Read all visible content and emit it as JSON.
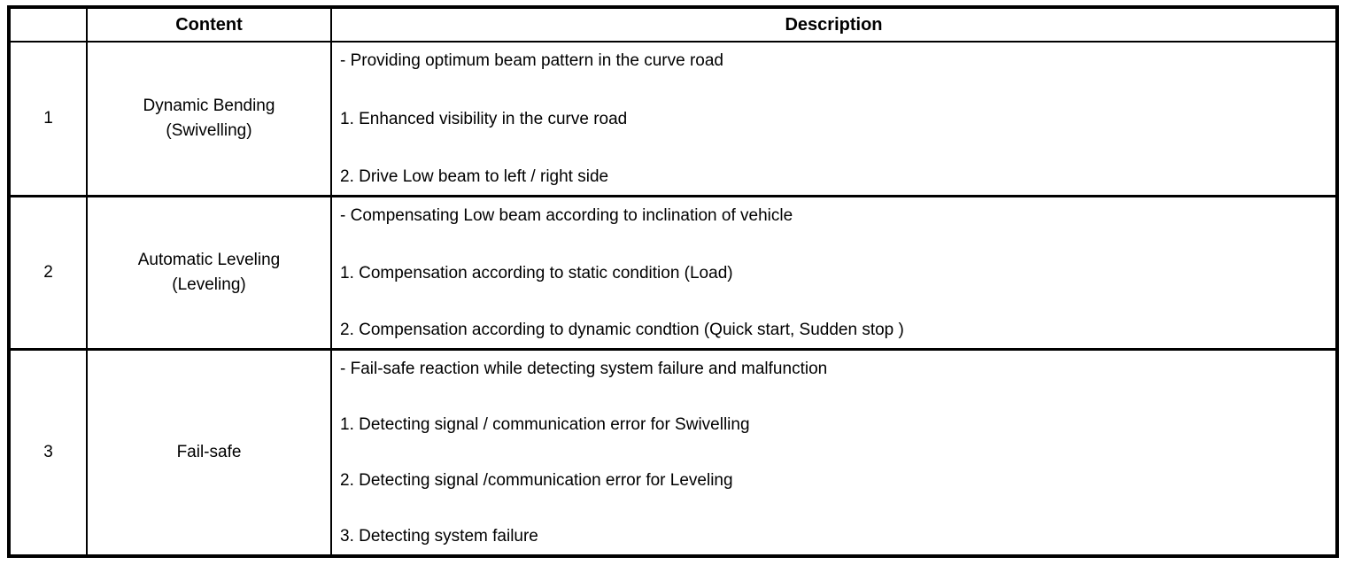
{
  "table": {
    "header": {
      "number_label": "",
      "content_label": "Content",
      "description_label": "Description"
    },
    "rows": [
      {
        "number": "1",
        "content_lines": [
          "Dynamic Bending",
          "(Swivelling)"
        ],
        "desc": [
          "- Providing optimum beam pattern in the curve road",
          "1. Enhanced visibility in the curve road",
          "2. Drive Low beam to left / right side"
        ]
      },
      {
        "number": "2",
        "content_lines": [
          "Automatic Leveling",
          "(Leveling)"
        ],
        "desc": [
          "- Compensating Low beam according to inclination of vehicle",
          "1. Compensation according to static condition (Load)",
          "2. Compensation according to dynamic condtion (Quick start, Sudden stop )"
        ]
      },
      {
        "number": "3",
        "content_lines": [
          "Fail-safe"
        ],
        "desc": [
          "- Fail-safe reaction while detecting system failure and malfunction",
          "1. Detecting signal / communication error for Swivelling",
          "2. Detecting signal /communication error for Leveling",
          "3. Detecting system failure"
        ]
      }
    ]
  }
}
